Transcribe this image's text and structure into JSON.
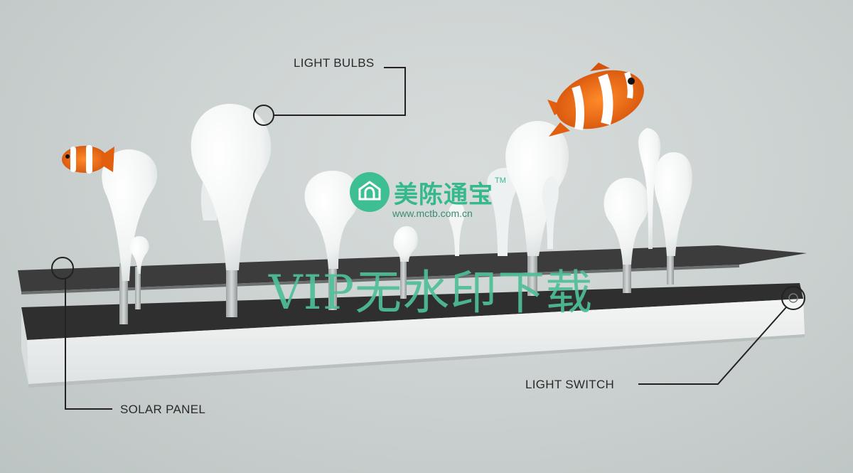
{
  "labels": {
    "light_bulbs": "LIGHT BULBS",
    "light_switch": "LIGHT  SWITCH",
    "solar_panel": "SOLAR PANEL"
  },
  "watermark": {
    "brand": "美陈通宝",
    "trademark": "TM",
    "url": "www.mctb.com.cn",
    "banner": "VIP无水印下载"
  },
  "colors": {
    "background": "#cdd3d2",
    "bulb": "#ffffff",
    "panel": "#3a3a3a",
    "callout_line": "#222222",
    "watermark_green": "#3dbf93",
    "fish_orange": "#ee6a12"
  },
  "icons": {
    "logo": "house-leaf-logo-icon"
  }
}
